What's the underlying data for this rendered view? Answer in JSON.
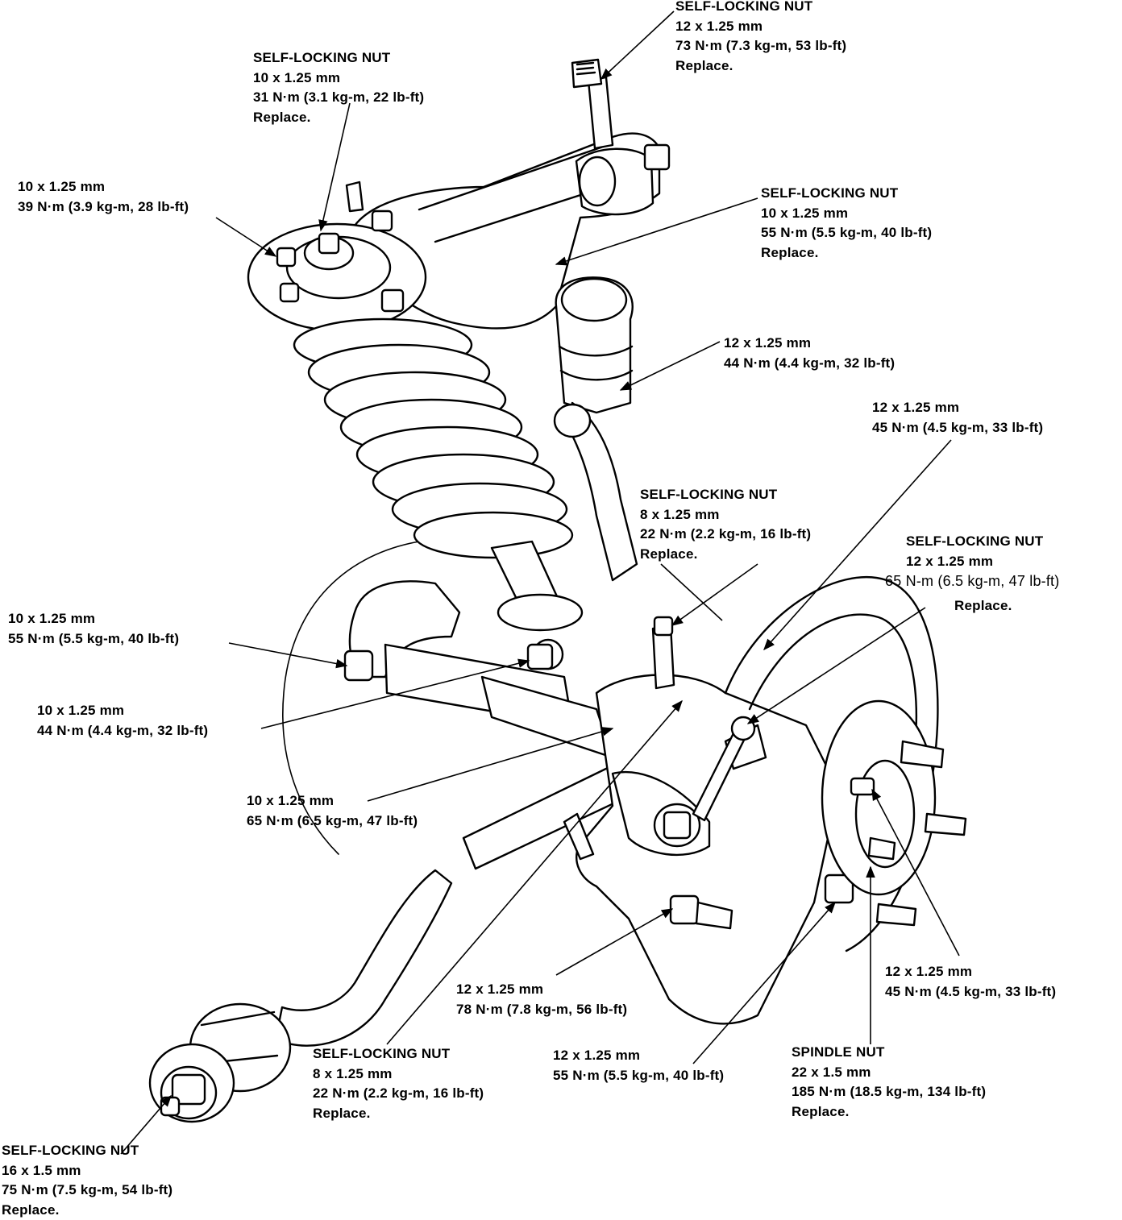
{
  "callouts": [
    {
      "id": "c1",
      "lines": [
        "SELF-LOCKING NUT",
        "12 x 1.25 mm",
        "73 N·m (7.3 kg-m, 53 lb-ft)",
        "Replace."
      ]
    },
    {
      "id": "c2",
      "lines": [
        "SELF-LOCKING NUT",
        "10 x 1.25 mm",
        "31 N·m (3.1 kg-m, 22 lb-ft)",
        "Replace."
      ]
    },
    {
      "id": "c3",
      "lines": [
        "10 x 1.25 mm",
        "39 N·m (3.9 kg-m, 28 lb-ft)"
      ]
    },
    {
      "id": "c4",
      "lines": [
        "SELF-LOCKING NUT",
        "10 x 1.25 mm",
        "55 N·m (5.5 kg-m, 40 lb-ft)",
        "Replace."
      ]
    },
    {
      "id": "c5",
      "lines": [
        "12 x 1.25 mm",
        "44 N·m (4.4 kg-m, 32 lb-ft)"
      ]
    },
    {
      "id": "c6",
      "lines": [
        "12 x 1.25 mm",
        "45 N·m (4.5 kg-m, 33 lb-ft)"
      ]
    },
    {
      "id": "c7",
      "lines": [
        "SELF-LOCKING NUT",
        "8 x 1.25 mm",
        "22 N·m (2.2 kg-m, 16 lb-ft)",
        "Replace."
      ]
    },
    {
      "id": "c8",
      "lines": [
        "SELF-LOCKING NUT",
        "12 x 1.25 mm",
        "65 N-m (6.5 kg-m, 47 lb-ft)",
        "Replace."
      ]
    },
    {
      "id": "c9",
      "lines": [
        "10 x 1.25 mm",
        "55 N·m (5.5 kg-m, 40 lb-ft)"
      ]
    },
    {
      "id": "c10",
      "lines": [
        "10 x 1.25 mm",
        "44 N·m (4.4 kg-m, 32 lb-ft)"
      ]
    },
    {
      "id": "c11",
      "lines": [
        "10 x 1.25 mm",
        "65 N·m (6.5 kg-m, 47 lb-ft)"
      ]
    },
    {
      "id": "c12",
      "lines": [
        "12 x 1.25 mm",
        "78 N·m (7.8 kg-m, 56 lb-ft)"
      ]
    },
    {
      "id": "c13",
      "lines": [
        "12 x 1.25 mm",
        "45 N·m (4.5 kg-m, 33 lb-ft)"
      ]
    },
    {
      "id": "c14",
      "lines": [
        "SELF-LOCKING NUT",
        "8 x 1.25 mm",
        "22 N·m (2.2 kg-m, 16 lb-ft)",
        "Replace."
      ]
    },
    {
      "id": "c15",
      "lines": [
        "12 x 1.25 mm",
        "55 N·m (5.5 kg-m, 40 lb-ft)"
      ]
    },
    {
      "id": "c16",
      "lines": [
        "SPINDLE NUT",
        "22 x 1.5 mm",
        "185 N·m (18.5 kg-m, 134 lb-ft)",
        "Replace."
      ]
    },
    {
      "id": "c17",
      "lines": [
        "SELF-LOCKING NUT",
        "16 x 1.5 mm",
        "75 N·m (7.5 kg-m, 54 lb-ft)",
        "Replace."
      ]
    }
  ]
}
